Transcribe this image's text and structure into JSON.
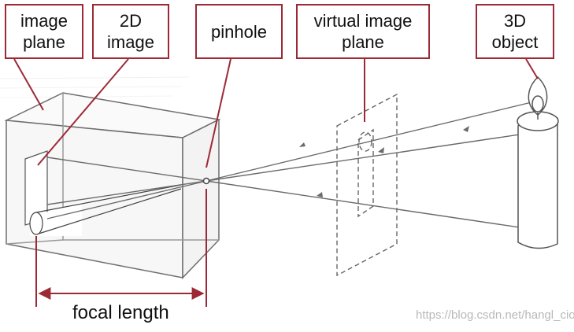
{
  "labels": {
    "image_plane": "image\nplane",
    "two_d_image": "2D\nimage",
    "pinhole": "pinhole",
    "virtual_image_plane": "virtual image\nplane",
    "three_d_object": "3D\nobject"
  },
  "dimension": {
    "focal_length": "focal length"
  },
  "watermark": "https://blog.csdn.net/hangl_ciom",
  "colors": {
    "callout_border": "#9c2a36",
    "line": "#7a7a7a",
    "text": "#111111"
  }
}
